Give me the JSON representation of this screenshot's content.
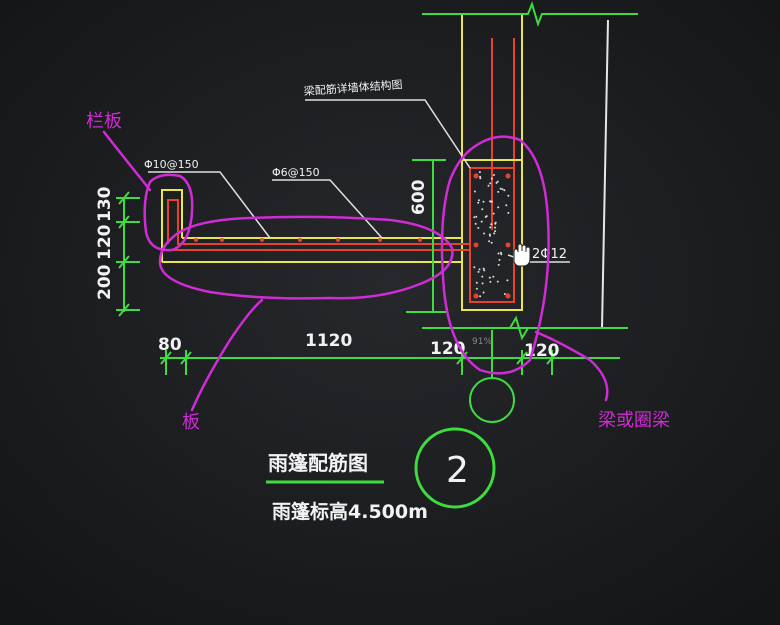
{
  "drawing": {
    "callout_top": "梁配筋详墙体结构图",
    "rebar_label_1": "Φ10@150",
    "rebar_label_2": "Φ6@150",
    "beam_rebar_label": "2Φ12",
    "dim_left_1": "130",
    "dim_left_2": "120",
    "dim_left_3": "200",
    "dim_beam_height": "600",
    "dim_bottom_1": "80",
    "dim_bottom_2": "1120",
    "dim_bottom_3": "120",
    "dim_bottom_4": "120",
    "section_title": "雨篷配筋图",
    "section_elev": "雨篷标高4.500m",
    "section_number": "2",
    "zoom_readout": "91%"
  },
  "annotations": {
    "parapet": "栏板",
    "slab": "板",
    "beam": "梁或圈梁"
  },
  "colors": {
    "background": "#1c1e20",
    "concrete": "#e8e64a",
    "dimension": "#3fdc3f",
    "rebar": "#e8432a",
    "text": "#f2f2f2",
    "annotation": "#d02cd6"
  }
}
